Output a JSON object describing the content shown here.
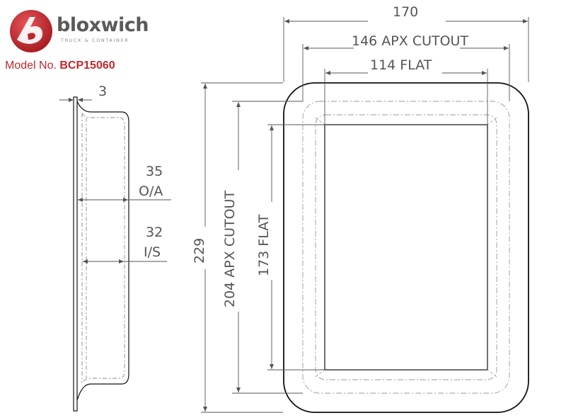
{
  "brand": {
    "name": "bloxwich",
    "tagline": "TRUCK & CONTAINER",
    "logo_letter": "b",
    "accent_color": "#c0282d",
    "logo_icon": "bloxwich-b-logo-icon"
  },
  "model": {
    "label": "Model No.",
    "number": "BCP15060"
  },
  "side_view": {
    "flange_thickness": "3",
    "depth_outside_value": "35",
    "depth_outside_label": "O/A",
    "depth_inside_value": "32",
    "depth_inside_label": "I/S"
  },
  "front_view": {
    "overall_width": "170",
    "cutout_width": "146 APX CUTOUT",
    "flat_width": "114 FLAT",
    "overall_height": "229",
    "cutout_height": "204  APX CUTOUT",
    "flat_height": "173 FLAT"
  }
}
